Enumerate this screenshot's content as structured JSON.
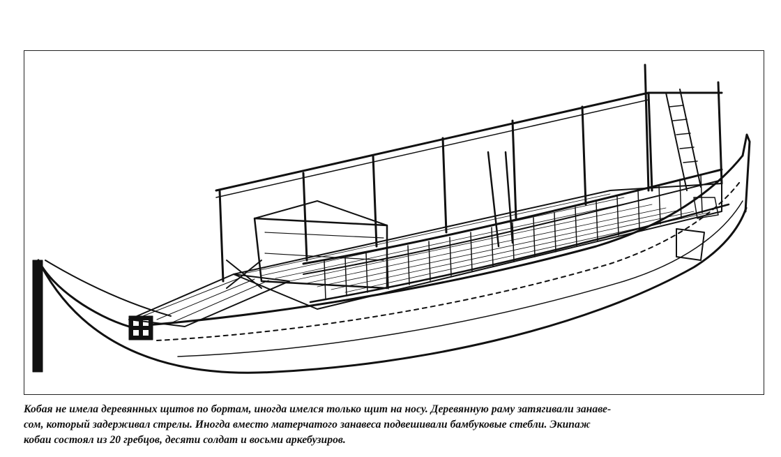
{
  "figure": {
    "subject": "kobaya-boat-illustration"
  },
  "caption": {
    "lines": [
      "Кобая не имела деревянных щитов по бортам, иногда имелся только щит на носу. Деревянную раму затягивали занаве-",
      "сом, который задерживал стрелы. Иногда вместо матерчатого занавеса подвешивали бамбуковые стебли. Экипаж",
      "кобаи состоял из 20 гребцов, десяти солдат и восьми аркебузиров."
    ]
  }
}
